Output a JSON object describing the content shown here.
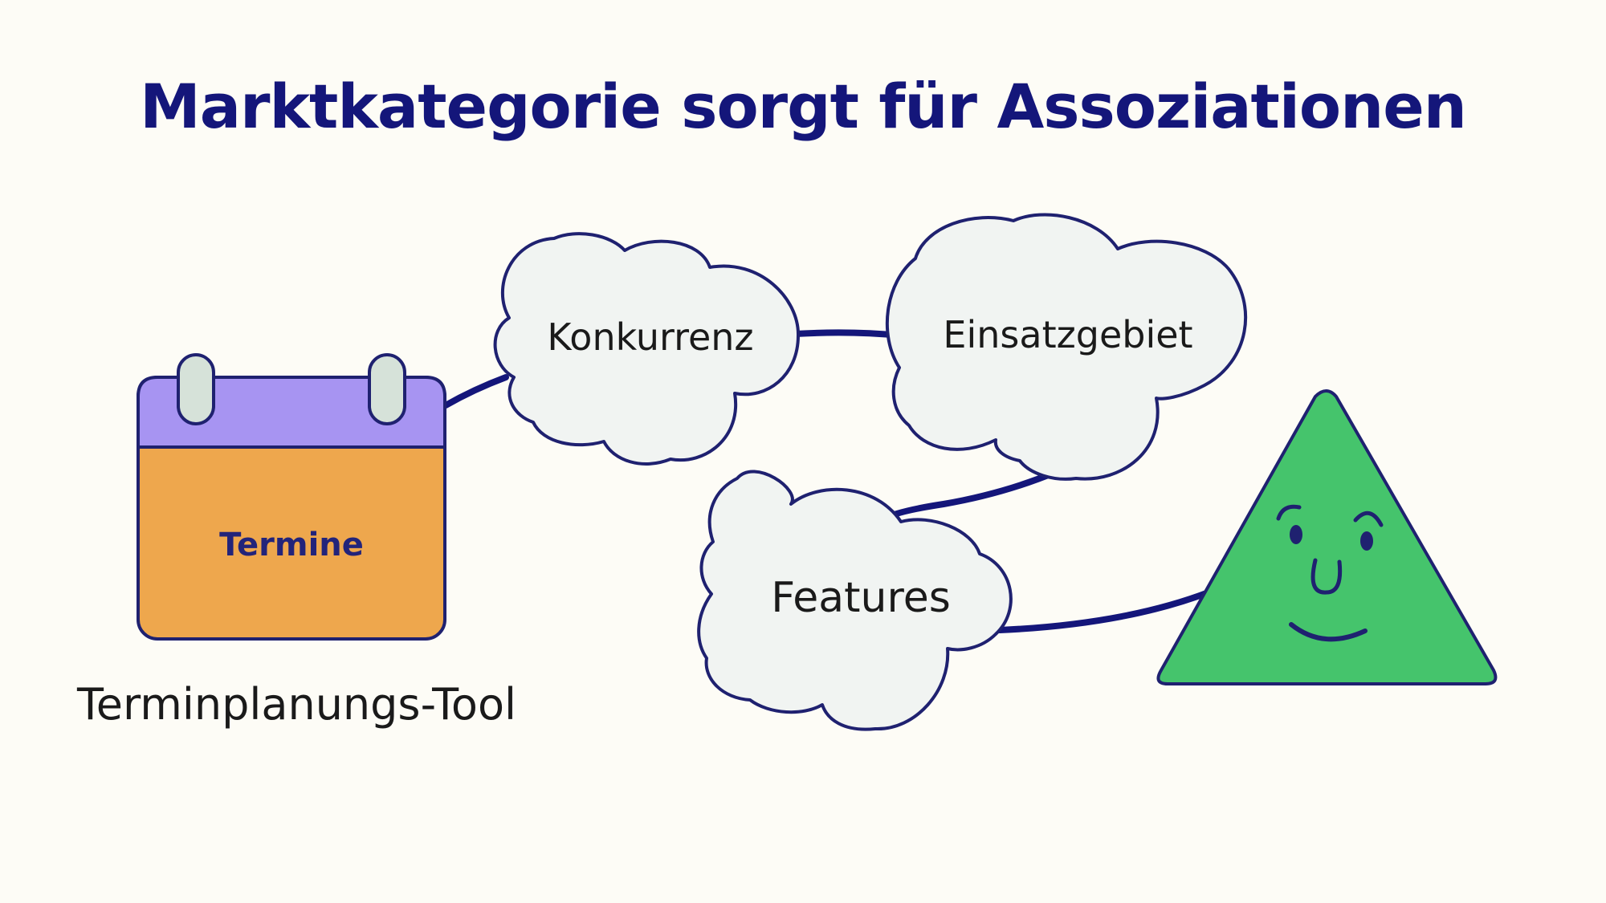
{
  "title": "Marktkategorie sorgt für Assoziationen",
  "calendar": {
    "label": "Termine",
    "caption": "Terminplanungs-Tool"
  },
  "clouds": {
    "konkurrenz": "Konkurrenz",
    "einsatzgebiet": "Einsatzgebiet",
    "features": "Features"
  },
  "colors": {
    "navy": "#14167a",
    "calendar_top": "#a794f2",
    "calendar_body": "#eea74d",
    "cloud_fill": "#f1f4f2",
    "triangle": "#45c46c",
    "background": "#fdfcf6"
  },
  "icons": {
    "calendar": "calendar-icon",
    "triangle_character": "smiling-triangle-icon"
  }
}
